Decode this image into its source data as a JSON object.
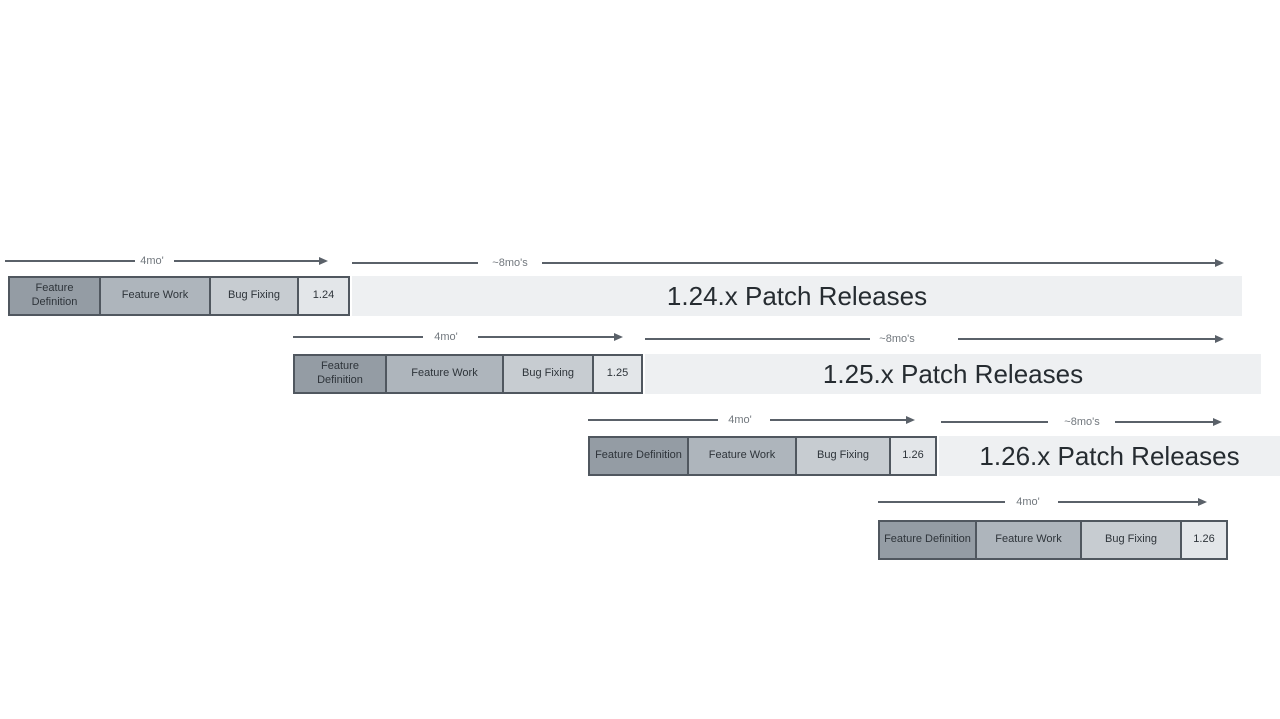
{
  "labels": {
    "feature_definition": "Feature Definition",
    "feature_work": "Feature Work",
    "bug_fixing": "Bug Fixing",
    "duration_dev": "4mo'",
    "duration_patch": "~8mo's"
  },
  "releases": [
    {
      "version": "1.24",
      "patch_label": "1.24.x Patch Releases"
    },
    {
      "version": "1.25",
      "patch_label": "1.25.x Patch Releases"
    },
    {
      "version": "1.26",
      "patch_label": "1.26.x Patch Releases"
    },
    {
      "version": "1.26",
      "patch_label": ""
    }
  ],
  "colors": {
    "feature_definition_fill": "#949ca4",
    "feature_work_fill": "#aeb5bc",
    "bug_fixing_fill": "#c7ccd1",
    "version_fill": "#e3e6e9",
    "patch_bar_fill": "#eef0f2",
    "box_border": "#50575f",
    "arrow": "#5a6169",
    "phase_text": "#2e343a",
    "patch_text": "#262c31",
    "duration_text": "#72787e"
  }
}
